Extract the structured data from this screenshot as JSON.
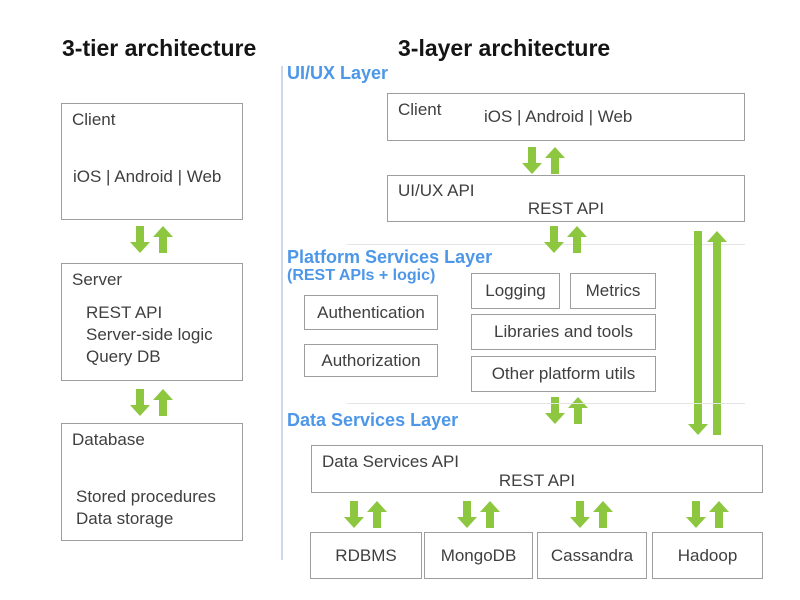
{
  "colors": {
    "arrow_green": "#8dc63f",
    "layer_blue": "#4d97e8",
    "box_border": "#9e9e9e",
    "separator_gray": "#e4e4e4",
    "guide_line": "#ccd9e6",
    "title_black": "#141414",
    "text_gray": "#3f3f3f"
  },
  "left": {
    "title": "3-tier architecture",
    "client": {
      "label": "Client",
      "body": "iOS | Android | Web"
    },
    "server": {
      "label": "Server",
      "items": [
        "REST API",
        "Server-side logic",
        "Query DB"
      ]
    },
    "database": {
      "label": "Database",
      "items": [
        "Stored procedures",
        "Data storage"
      ]
    }
  },
  "right": {
    "title": "3-layer architecture",
    "uiux": {
      "layer_label": "UI/UX Layer",
      "client": {
        "label": "Client",
        "body": "iOS | Android | Web"
      },
      "api": {
        "label": "UI/UX API",
        "body": "REST API"
      }
    },
    "platform": {
      "layer_label": "Platform Services Layer",
      "layer_sublabel": "(REST APIs + logic)",
      "boxes": {
        "authentication": "Authentication",
        "authorization": "Authorization",
        "logging": "Logging",
        "metrics": "Metrics",
        "libraries": "Libraries and tools",
        "other_utils": "Other platform utils"
      }
    },
    "data": {
      "layer_label": "Data Services Layer",
      "api": {
        "label": "Data Services API",
        "body": "REST API"
      },
      "stores": [
        "RDBMS",
        "MongoDB",
        "Cassandra",
        "Hadoop"
      ]
    }
  }
}
